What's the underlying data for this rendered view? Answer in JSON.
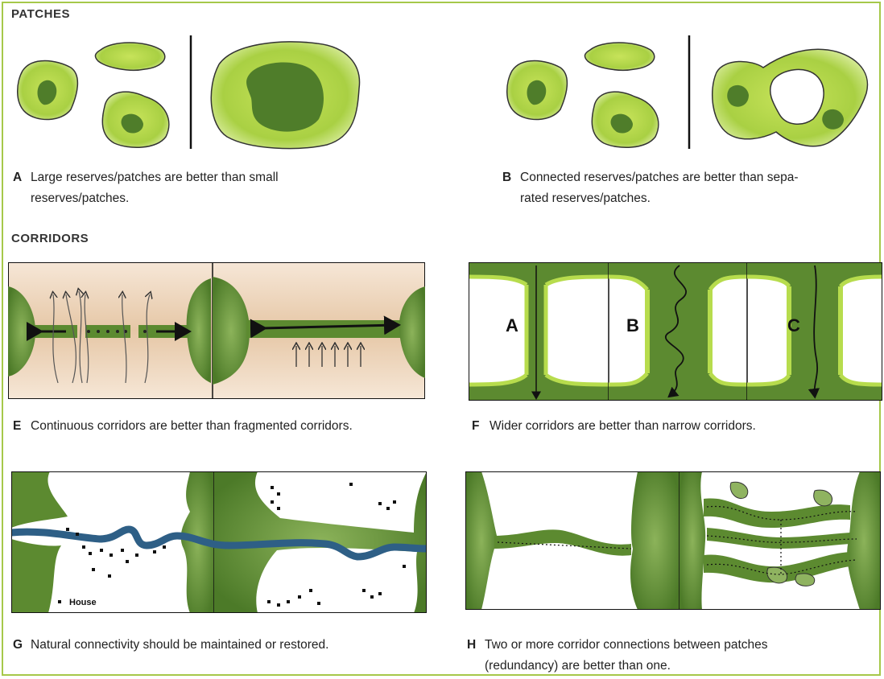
{
  "headings": {
    "patches": "PATCHES",
    "corridors": "CORRIDORS"
  },
  "captions": {
    "A": {
      "letter": "A",
      "line1": "Large reserves/patches are better than small",
      "line2": "reserves/patches."
    },
    "B": {
      "letter": "B",
      "line1": "Connected reserves/patches are better than sepa-",
      "line2": "rated reserves/patches."
    },
    "E": {
      "letter": "E",
      "line1": "Continuous corridors are better than fragmented corridors."
    },
    "F": {
      "letter": "F",
      "line1": "Wider corridors are better than narrow corridors."
    },
    "G": {
      "letter": "G",
      "line1": "Natural connectivity should be maintained or restored."
    },
    "H": {
      "letter": "H",
      "line1": "Two or more corridor connections between patches",
      "line2": "(redundancy) are better than one."
    }
  },
  "panel_labels": {
    "f_a": "A",
    "f_b": "B",
    "f_c": "C",
    "house": "House"
  },
  "colors": {
    "dark_green": "#4f7d2a",
    "light_green": "#a9d043",
    "river": "#2e5f86",
    "border": "#a6c84a",
    "tan": "#e9cfb4"
  }
}
